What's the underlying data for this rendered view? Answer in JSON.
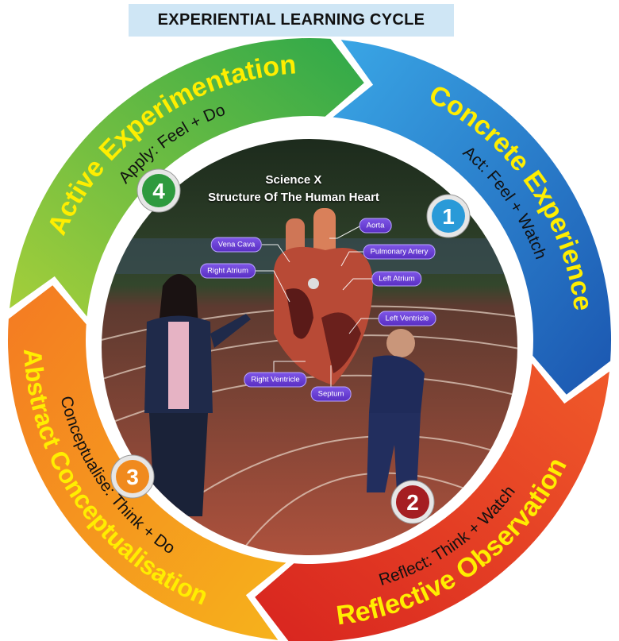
{
  "header": {
    "title": "EXPERIENTIAL LEARNING CYCLE"
  },
  "stages": [
    {
      "number": "1",
      "title": "Concrete Experience",
      "subtitle": "Act: Feel + Watch",
      "color": "#2a86d6"
    },
    {
      "number": "2",
      "title": "Reflective Observation",
      "subtitle": "Reflect: Think + Watch",
      "color": "#e2392a"
    },
    {
      "number": "3",
      "title": "Abstract Conceptualisation",
      "subtitle": "Conceptualise: Think + Do",
      "color": "#f29a1e"
    },
    {
      "number": "4",
      "title": "Active Experimentation",
      "subtitle": "Apply: Feel + Do",
      "color": "#4cb848"
    }
  ],
  "center": {
    "subject": "Science X",
    "topic": "Structure Of The Human Heart",
    "labels": [
      "Vena Cava",
      "Right Atrium",
      "Aorta",
      "Pulmonary Artery",
      "Left Atrium",
      "Left Ventricle",
      "Right Ventricle",
      "Septum"
    ]
  },
  "title_color": "#ffee00"
}
